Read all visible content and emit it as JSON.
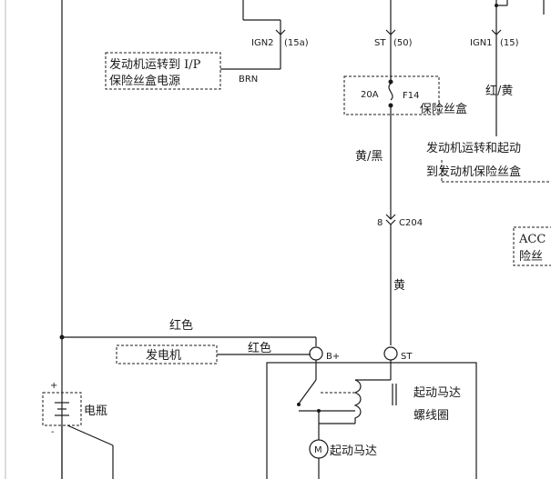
{
  "connectors": {
    "ign2": "IGN2",
    "ign2_pin": "(15a)",
    "st": "ST",
    "st_pin": "(50)",
    "ign1": "IGN1",
    "ign1_pin": "(15)",
    "c204_pin": "8",
    "c204": "C204"
  },
  "notes": {
    "ip_fuse_line1": "发动机运转到 I/P",
    "ip_fuse_line2": "保险丝盒电源",
    "engine_fuse_line1": "发动机运转和起动",
    "engine_fuse_line2": "到发动机保险丝盒",
    "acc_line1": "ACC",
    "acc_line2": "险丝"
  },
  "wires": {
    "brn": "BRN",
    "red_yellow": "红/黄",
    "yellow_black": "黄/黑",
    "yellow": "黄",
    "red_top": "红色",
    "red_gen": "红色"
  },
  "fuse": {
    "rating": "20A",
    "id": "F14",
    "box_label": "保险丝盒"
  },
  "components": {
    "generator": "发电机",
    "b_plus": "B+",
    "st_terminal": "ST",
    "solenoid_line1": "起动马达",
    "solenoid_line2": "螺线圈",
    "motor_symbol": "M",
    "motor": "起动马达",
    "battery": "电瓶",
    "battery_plus": "+",
    "battery_minus": "-"
  }
}
